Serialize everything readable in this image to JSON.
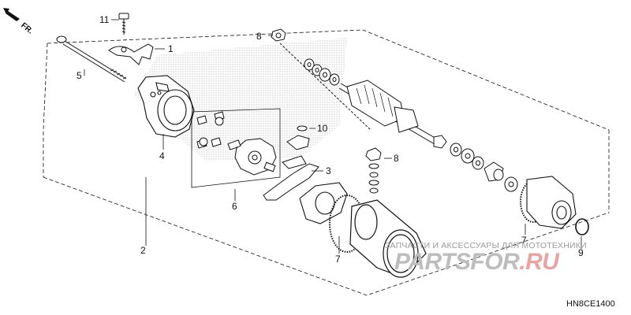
{
  "callouts": {
    "c1": "1",
    "c2": "2",
    "c3": "3",
    "c4": "4",
    "c5": "5",
    "c6": "6",
    "c7a": "7",
    "c7b": "7",
    "c8a": "8",
    "c8b": "8",
    "c9": "9",
    "c10": "10",
    "c11": "11"
  },
  "orientation_label": "FR.",
  "diagram_code": "HN8CE1400",
  "watermark": {
    "caption": "ЗАПЧАСТИ И АКСЕССУАРЫ ДЛЯ МОТОТЕХНИКИ",
    "brand_main": "PARTSFOR",
    "brand_accent": ".RU"
  },
  "colors": {
    "line": "#111111",
    "watermark_gray": "#9a9a9a",
    "watermark_red": "#e9a3a3"
  }
}
